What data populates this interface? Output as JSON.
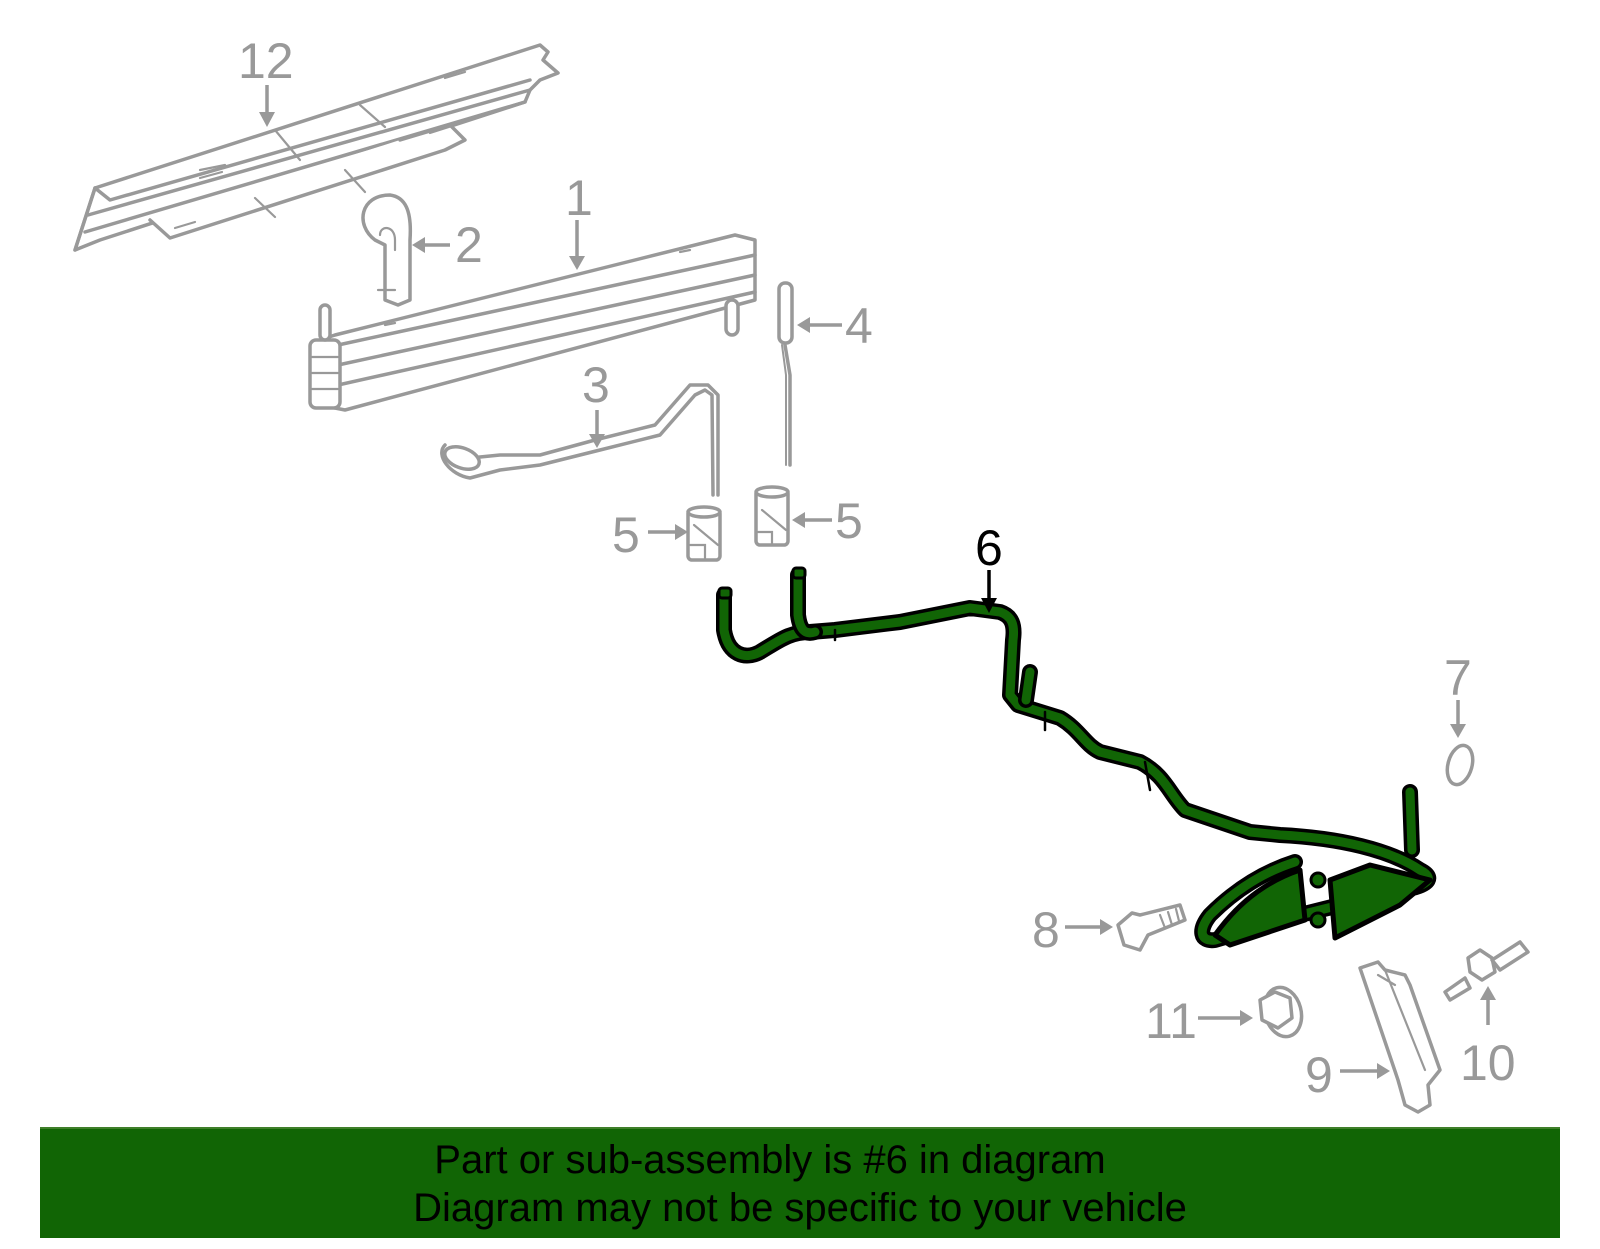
{
  "diagram": {
    "highlighted_part": "6",
    "highlight_color": "#116505",
    "callout_color_default": "#999999",
    "callout_color_highlight": "#000000",
    "callouts": [
      {
        "id": "12",
        "label": "12",
        "part": "frame-rail-bracket"
      },
      {
        "id": "1",
        "label": "1",
        "part": "oil-cooler"
      },
      {
        "id": "2",
        "label": "2",
        "part": "hose-clamp"
      },
      {
        "id": "3",
        "label": "3",
        "part": "cooler-line-upper"
      },
      {
        "id": "4",
        "label": "4",
        "part": "cooler-line-short"
      },
      {
        "id": "5a",
        "label": "5",
        "part": "connector-left"
      },
      {
        "id": "5b",
        "label": "5",
        "part": "connector-right"
      },
      {
        "id": "6",
        "label": "6",
        "part": "cooler-tube-assembly"
      },
      {
        "id": "7",
        "label": "7",
        "part": "o-ring"
      },
      {
        "id": "8",
        "label": "8",
        "part": "bolt"
      },
      {
        "id": "9",
        "label": "9",
        "part": "bracket"
      },
      {
        "id": "10",
        "label": "10",
        "part": "stud-bolt"
      },
      {
        "id": "11",
        "label": "11",
        "part": "nut"
      }
    ]
  },
  "banner": {
    "line1": "Part or sub-assembly is #6 in diagram",
    "line2": "Diagram may not be specific to your vehicle",
    "background": "#116505"
  }
}
